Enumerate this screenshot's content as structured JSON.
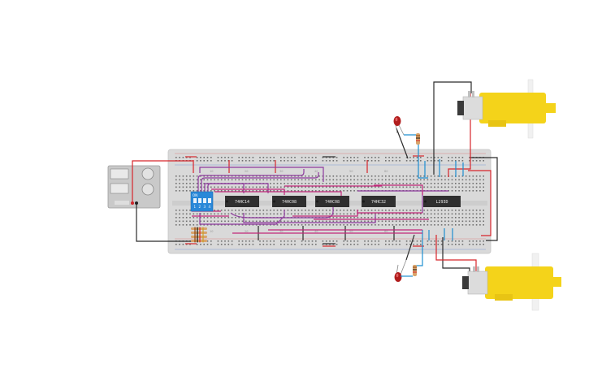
{
  "chips": [
    {
      "id": "ic1",
      "label": "74HC14"
    },
    {
      "id": "ic2",
      "label": "74HC08"
    },
    {
      "id": "ic3",
      "label": "74HC08"
    },
    {
      "id": "ic4",
      "label": "74HC32"
    },
    {
      "id": "ic5",
      "label": "L293D"
    }
  ],
  "dip_switch": {
    "label": "ON",
    "numbers": [
      "1",
      "2",
      "3",
      "4"
    ]
  },
  "breadboard_columns": [
    "10",
    "20",
    "30",
    "40",
    "50",
    "60"
  ],
  "colors": {
    "breadboard": "#d9d9d9",
    "wire_red": "#d7262b",
    "wire_black": "#2b2b2b",
    "wire_blue": "#1e8fd0",
    "wire_purple": "#8e3a9e",
    "wire_magenta": "#c2287a",
    "motor_yellow": "#f4d31a",
    "led_red": "#b11d1d",
    "dip_blue": "#2a88d8"
  }
}
